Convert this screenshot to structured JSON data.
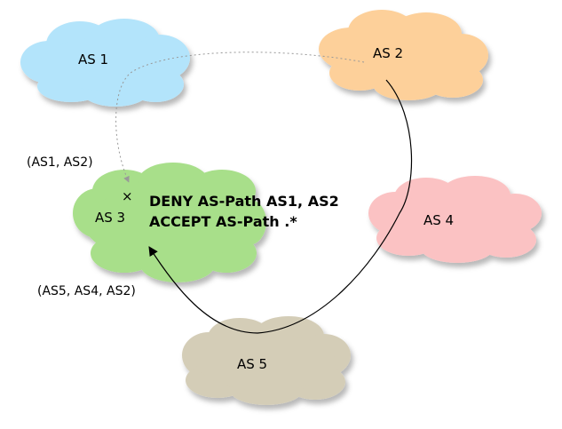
{
  "colors": {
    "as1": "#b3e4fb",
    "as2": "#fdd09a",
    "as3": "#a8df8a",
    "as4": "#fbc2c3",
    "as5": "#d4cdb7",
    "line": "#000000"
  },
  "clouds": {
    "as1": "AS 1",
    "as2": "AS 2",
    "as3": "AS 3",
    "as4": "AS 4",
    "as5": "AS 5"
  },
  "paths": {
    "as1_as2": "(AS1, AS2)",
    "as5_as4_as2": "(AS5, AS4, AS2)"
  },
  "policy": {
    "deny": "DENY AS-Path AS1, AS2",
    "accept": "ACCEPT AS-Path .*"
  },
  "markers": {
    "rejected": "×"
  }
}
